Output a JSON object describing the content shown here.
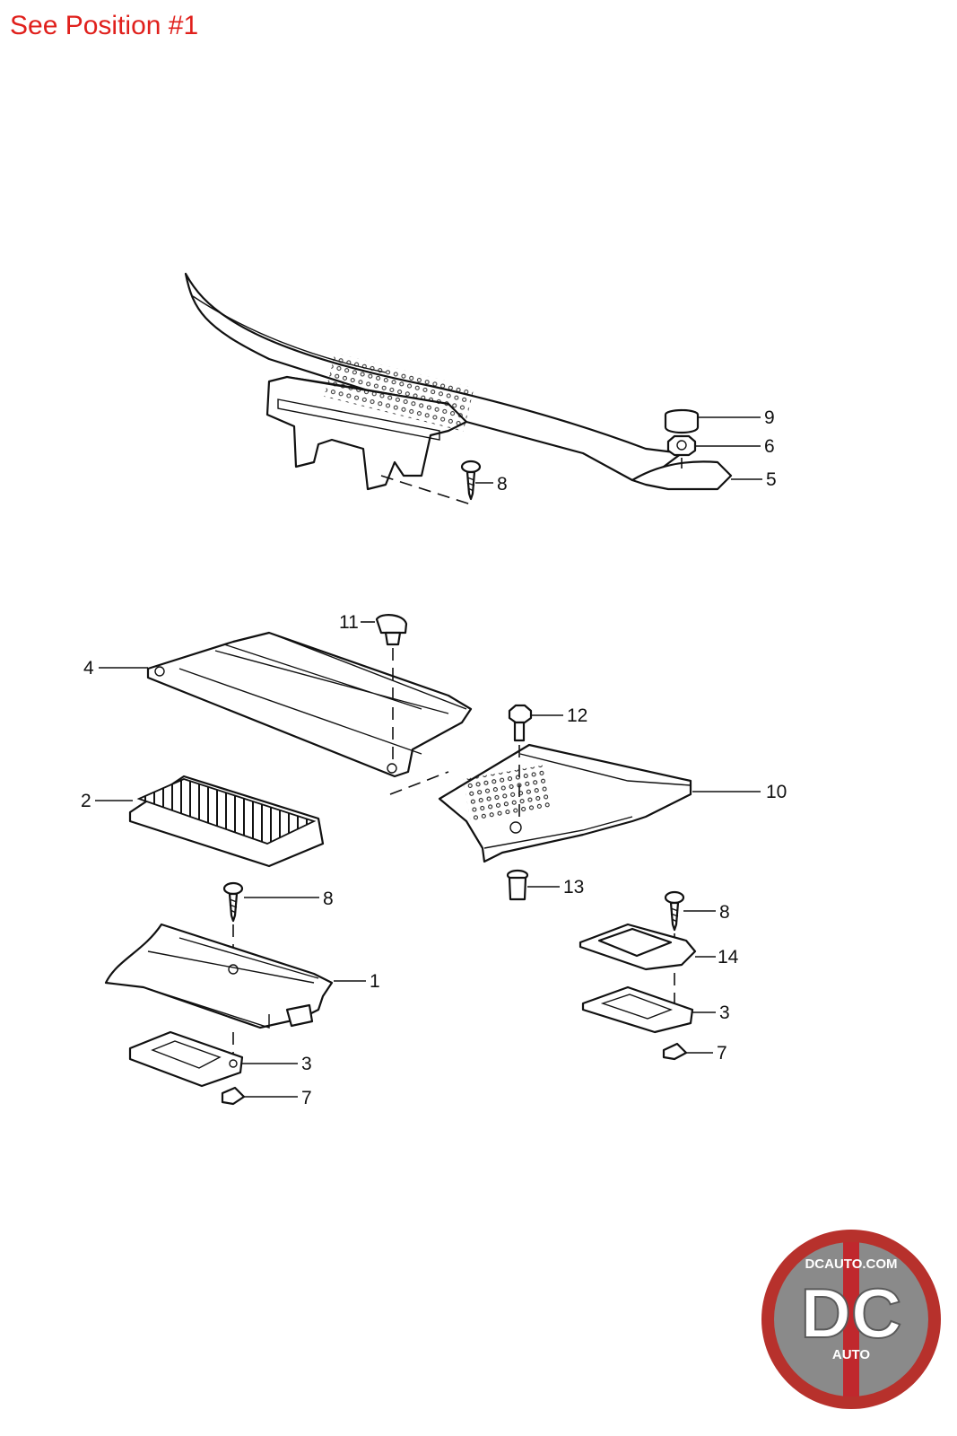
{
  "header": {
    "note": "See Position #1",
    "note_color": "#e0201c"
  },
  "callouts": [
    "1",
    "2",
    "3",
    "4",
    "5",
    "6",
    "7",
    "8",
    "9",
    "10",
    "11",
    "12",
    "13",
    "14"
  ],
  "logo": {
    "site": "DCAUTO.COM",
    "mark": "DC",
    "sub": "AUTO"
  },
  "colors": {
    "line": "#111111",
    "logo_ring": "#b7312c",
    "logo_stripe": "#c0282d"
  }
}
